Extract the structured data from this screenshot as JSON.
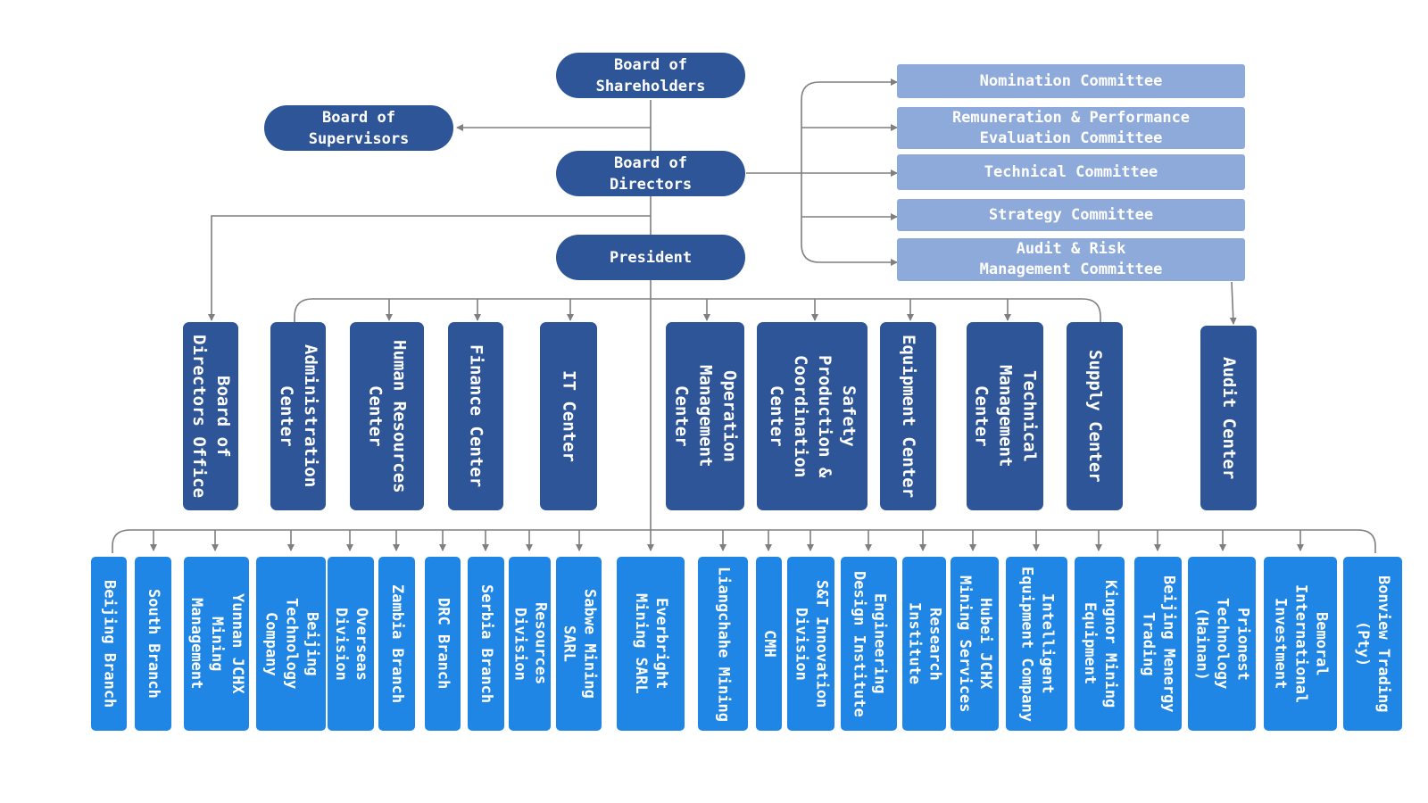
{
  "top": {
    "shareholders": "Board of\nShareholders",
    "supervisors": "Board of\nSupervisors",
    "directors": "Board of\nDirectors",
    "president": "President"
  },
  "committees": [
    "Nomination Committee",
    "Remuneration & Performance\nEvaluation Committee",
    "Technical Committee",
    "Strategy Committee",
    "Audit & Risk\nManagement Committee"
  ],
  "centers": [
    "Board of\nDirectors Office",
    "Administration\nCenter",
    "Human Resources\nCenter",
    "Finance Center",
    "IT Center",
    "Operation\nManagement\nCenter",
    "Safety\nProduction &\nCoordination\nCenter",
    "Equipment Center",
    "Technical\nManagement\nCenter",
    "Supply Center",
    "Audit Center"
  ],
  "units": [
    "Beijing Branch",
    "South Branch",
    "Yunnan JCHX\nMining\nManagement",
    "Beijing\nTechnology\nCompany",
    "Overseas\nDivision",
    "Zambia Branch",
    "DRC Branch",
    "Serbia Branch",
    "Resources\nDivision",
    "Sabwe Mining\nSARL",
    "Everbright\nMining SARL",
    "Liangchahe Mining",
    "CMH",
    "S&T Innovation\nDivision",
    "Engineering\nDesign Institute",
    "Research\nInstitute",
    "Hubei JCHX\nMining Services",
    "Intelligent\nEquipment Company",
    "Kingnor Mining\nEquipment",
    "Beijing Menergy\nTrading",
    "Prionest\nTechnology\n(Hainan)",
    "Bemoral\nInternational\nInvestment",
    "Bonview Trading\n(Pty)"
  ],
  "colors": {
    "dark_blue": "#2e5597",
    "light_blue": "#8eaadb",
    "bright_blue": "#1f86e6",
    "connector": "#7f7f7f"
  }
}
